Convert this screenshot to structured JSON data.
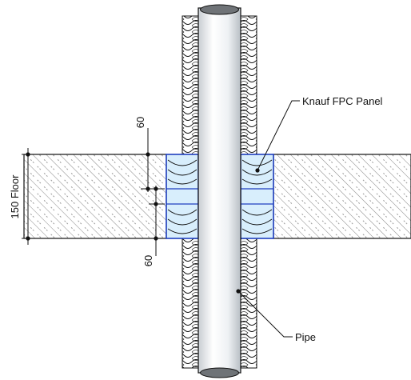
{
  "labels": {
    "panel": "Knauf FPC Panel",
    "pipe": "Pipe",
    "floor": "150 Floor",
    "dim_top": "60",
    "dim_bottom": "60"
  },
  "colors": {
    "line": "#111111",
    "hatch": "#333333",
    "panel_outline": "#1f3fbf",
    "panel_fill": "#d8eefc",
    "pipe_fill": "#f4f6f8",
    "pipe_shade": "#c9ced3",
    "pipe_end": "#6f7377"
  }
}
